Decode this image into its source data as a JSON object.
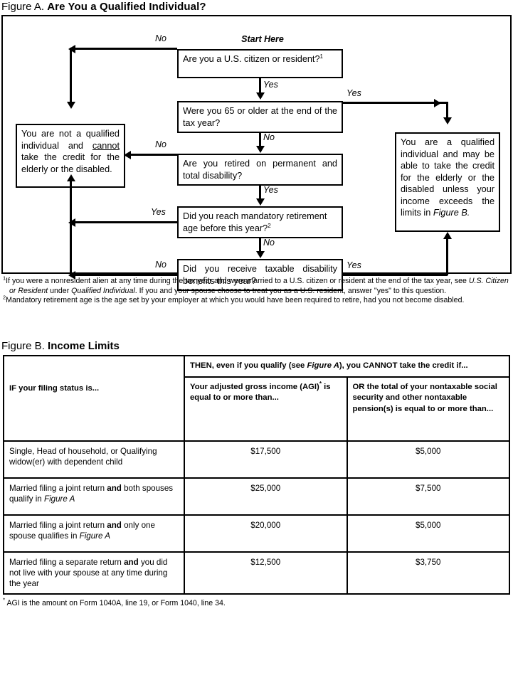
{
  "figure_a": {
    "label": "Figure A.",
    "title": "Are You a Qualified Individual?",
    "start_here": "Start Here",
    "boxes": {
      "citizen": "Are you a U.S. citizen or resident?",
      "citizen_footnote_marker": "1",
      "age65": "Were you 65 or older at the end of the tax year?",
      "retired": "Are you retired on permanent and total disability?",
      "mandatory": "Did you reach mandatory retirement age before this year?",
      "mandatory_footnote_marker": "2",
      "taxable": "Did you receive taxable disability benefits this year?",
      "not_qualified_pre": "You are not a qualified individual and ",
      "not_qualified_emph": "cannot",
      "not_qualified_post": " take the credit for the elderly or the disabled.",
      "qualified_pre": "You are a qualified individual and may be able to take the credit for the elderly or the disabled unless your income exceeds the limits in ",
      "qualified_ref": "Figure B."
    },
    "edges": {
      "citizen_no": "No",
      "citizen_yes": "Yes",
      "age65_yes": "Yes",
      "age65_no": "No",
      "retired_no": "No",
      "retired_yes": "Yes",
      "mandatory_yes": "Yes",
      "mandatory_no": "No",
      "taxable_no": "No",
      "taxable_yes": "Yes"
    },
    "footnotes": {
      "one_marker": "1",
      "one_a": "If you were a nonresident alien at any time during the tax year and were married to a U.S. citizen or resident at the end of the tax year, see ",
      "one_i1": "U.S. Citizen or Resident",
      "one_b": " under ",
      "one_i2": "Qualified Individual",
      "one_c": ". If you and your spouse choose to treat you as a U.S. resident, answer \"yes\" to this question.",
      "two_marker": "2",
      "two_a": "Mandatory retirement age is the age set by your employer at which you would have been required to retire, had you not become disabled."
    }
  },
  "figure_b": {
    "label": "Figure B.",
    "title": "Income Limits",
    "header_span_a": "THEN, even if you qualify (see ",
    "header_span_ref": "Figure A",
    "header_span_b": "), you CANNOT take the credit if...",
    "col_status": "IF your filing status is...",
    "col_agi_a": "Your adjusted gross income (AGI)",
    "col_agi_marker": "*",
    "col_agi_b": " is equal to or more than...",
    "col_nontaxable": "OR the total of your nontaxable social security and other nontaxable pension(s) is equal to or more than...",
    "rows": [
      {
        "status_a": "Single, Head of household, or Qualifying widow(er) with dependent child",
        "status_bold": "",
        "status_b": "",
        "status_italic": "",
        "agi": "$17,500",
        "nontaxable": "$5,000"
      },
      {
        "status_a": "Married filing a joint return ",
        "status_bold": "and",
        "status_b": " both spouses qualify in ",
        "status_italic": "Figure A",
        "agi": "$25,000",
        "nontaxable": "$7,500"
      },
      {
        "status_a": "Married filing a joint return ",
        "status_bold": "and",
        "status_b": " only one spouse qualifies in ",
        "status_italic": "Figure A",
        "agi": "$20,000",
        "nontaxable": "$5,000"
      },
      {
        "status_a": "Married filing a separate return ",
        "status_bold": "and",
        "status_b": " you did not live with your spouse at any time during the year",
        "status_italic": "",
        "agi": "$12,500",
        "nontaxable": "$3,750"
      }
    ],
    "agi_footnote_marker": "*",
    "agi_footnote": " AGI is the amount on Form 1040A, line 19, or Form 1040, line 34."
  }
}
